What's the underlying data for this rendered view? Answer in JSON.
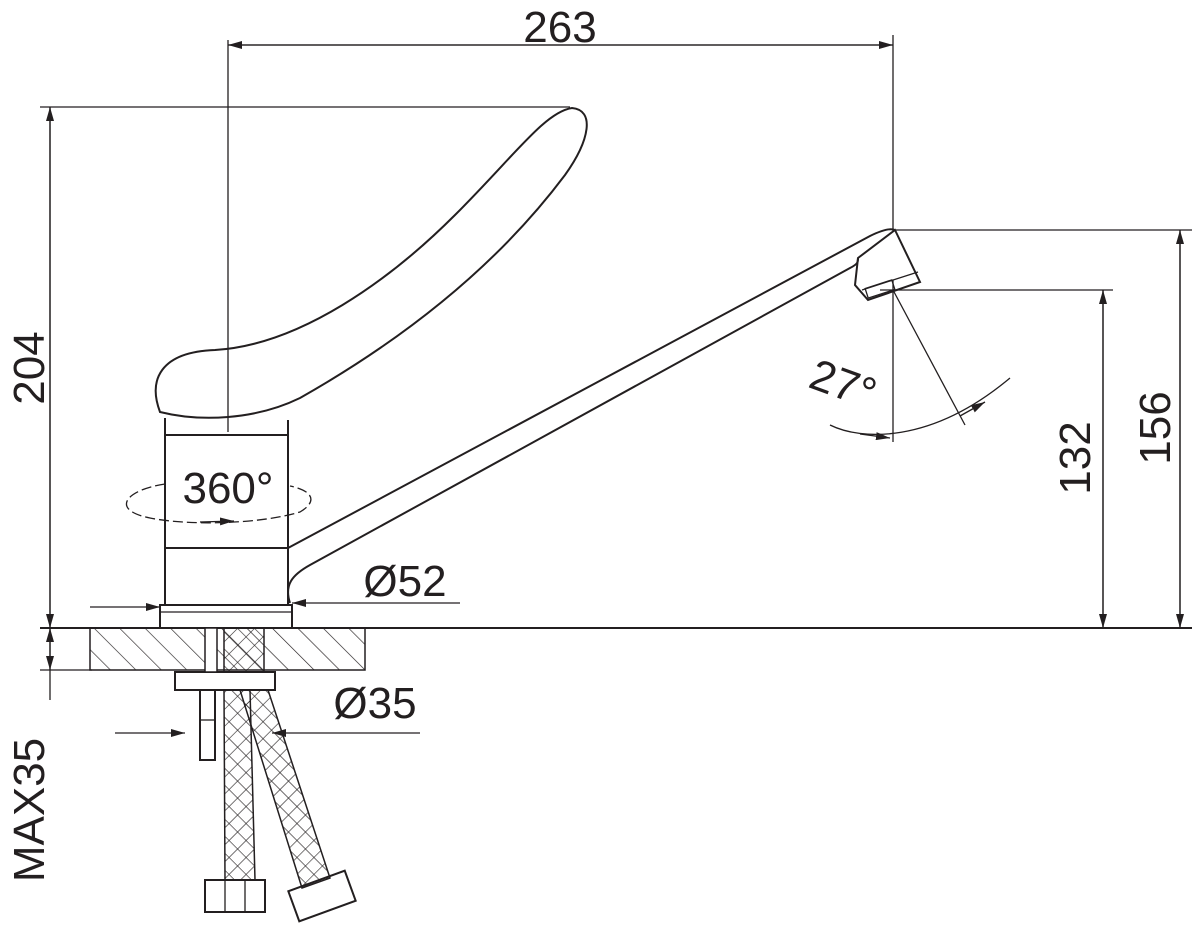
{
  "dimensions": {
    "spout_reach": "263",
    "total_height": "204",
    "rotation": "360°",
    "aerator_angle": "27°",
    "outlet_height": "132",
    "spout_height": "156",
    "base_diameter": "Ø52",
    "shank_diameter": "Ø35",
    "max_counter_thickness": "MAX35"
  },
  "colors": {
    "line": "#231f20",
    "background": "#ffffff"
  }
}
